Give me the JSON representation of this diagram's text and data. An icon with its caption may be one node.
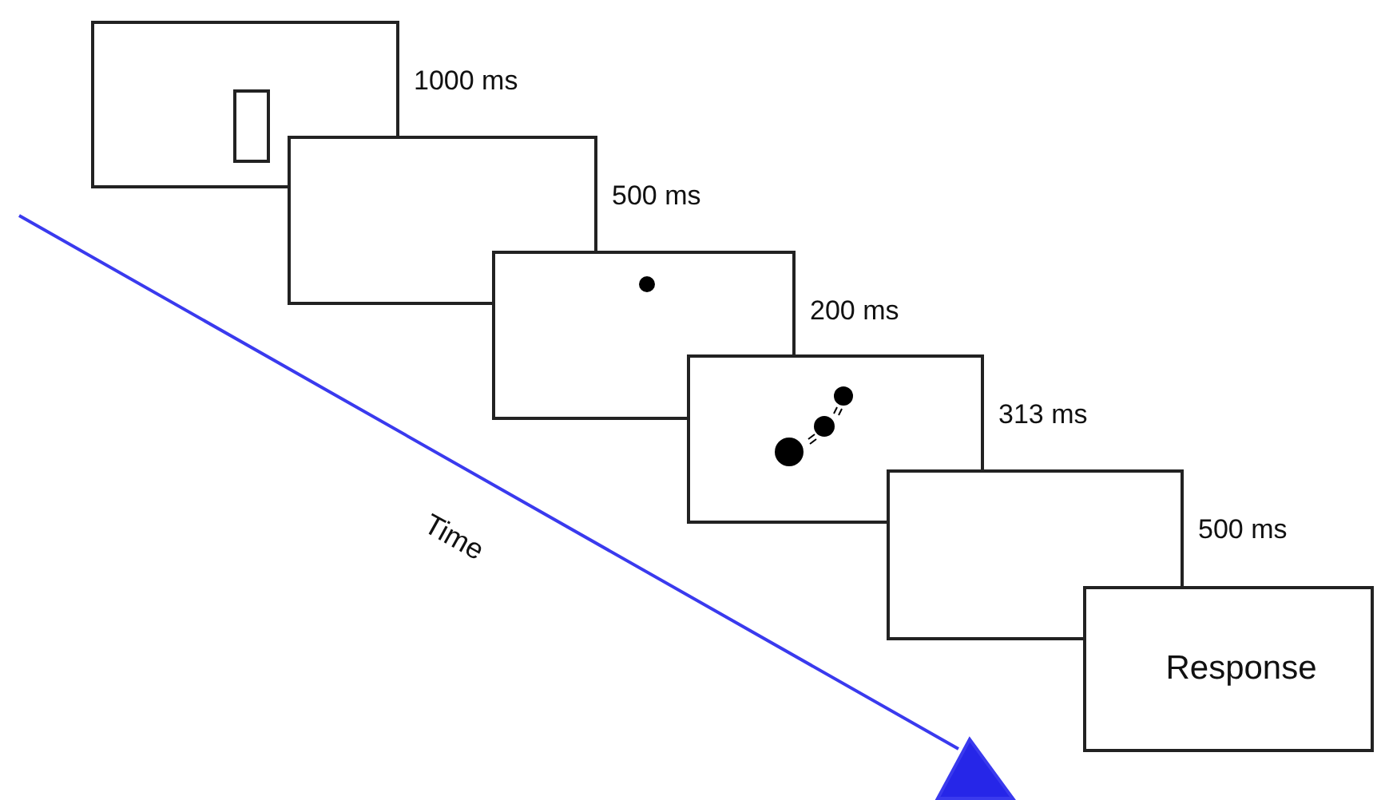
{
  "diagram": {
    "nodes": [
      {
        "text": [],
        "shape": "box",
        "beside": [
          "1000 ms"
        ]
      },
      {
        "text": [],
        "shape": "box",
        "beside": [
          "500 ms"
        ]
      },
      {
        "text": [],
        "shape": "box",
        "beside": [
          "200 ms"
        ]
      },
      {
        "text": [],
        "shape": "box",
        "beside": [
          "313 ms"
        ]
      },
      {
        "text": [],
        "shape": "box",
        "beside": [
          "500 ms"
        ]
      },
      {
        "text": [
          "Response"
        ]
      }
    ],
    "edges": [],
    "labels": [
      "Time"
    ]
  }
}
